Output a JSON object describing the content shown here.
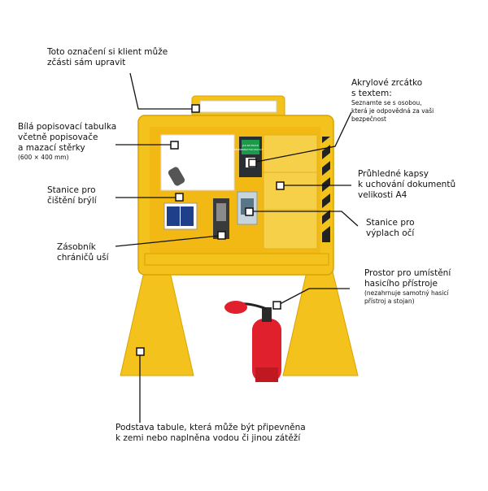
{
  "labels": {
    "top_sign": [
      "Toto označení si klient může",
      "zčásti sám upravit"
    ],
    "whiteboard": [
      "Bílá popisovací tabulka",
      "včetně popisovače",
      "a mazací stěrky"
    ],
    "whiteboard_size": "(600 × 400 mm)",
    "glasses": [
      "Stanice pro",
      "čištění brýlí"
    ],
    "ear": [
      "Zásobník",
      "chráničů uší"
    ],
    "mirror_title": [
      "Akrylové zrcátko",
      "s textem:"
    ],
    "mirror_text": [
      "Seznamte se s osobou,",
      "která je odpovědná za vaši",
      "bezpečnost"
    ],
    "pockets": [
      "Průhledné kapsy",
      "k uchování dokumentů",
      "velikosti A4"
    ],
    "eyewash": [
      "Stanice pro",
      "výplach očí"
    ],
    "extinguisher_title": [
      "Prostor pro umístění",
      "hasicího přístroje"
    ],
    "extinguisher_note": [
      "(nezahrnuje samotný hasicí",
      "přístroj a stojan)"
    ],
    "base": [
      "Podstava tabule, která může být připevněna",
      "k zemi nebo naplněna vodou či jinou zátěží"
    ]
  },
  "sign_text": [
    "JAK SE PRÁCE",
    "RESPONSIBLE FOR YOUR SAFETY"
  ],
  "colors": {
    "board_yellow": "#f4c21c",
    "board_dark": "#d9a300",
    "extinguisher_red": "#e0202c",
    "marker_line": "#111111"
  }
}
